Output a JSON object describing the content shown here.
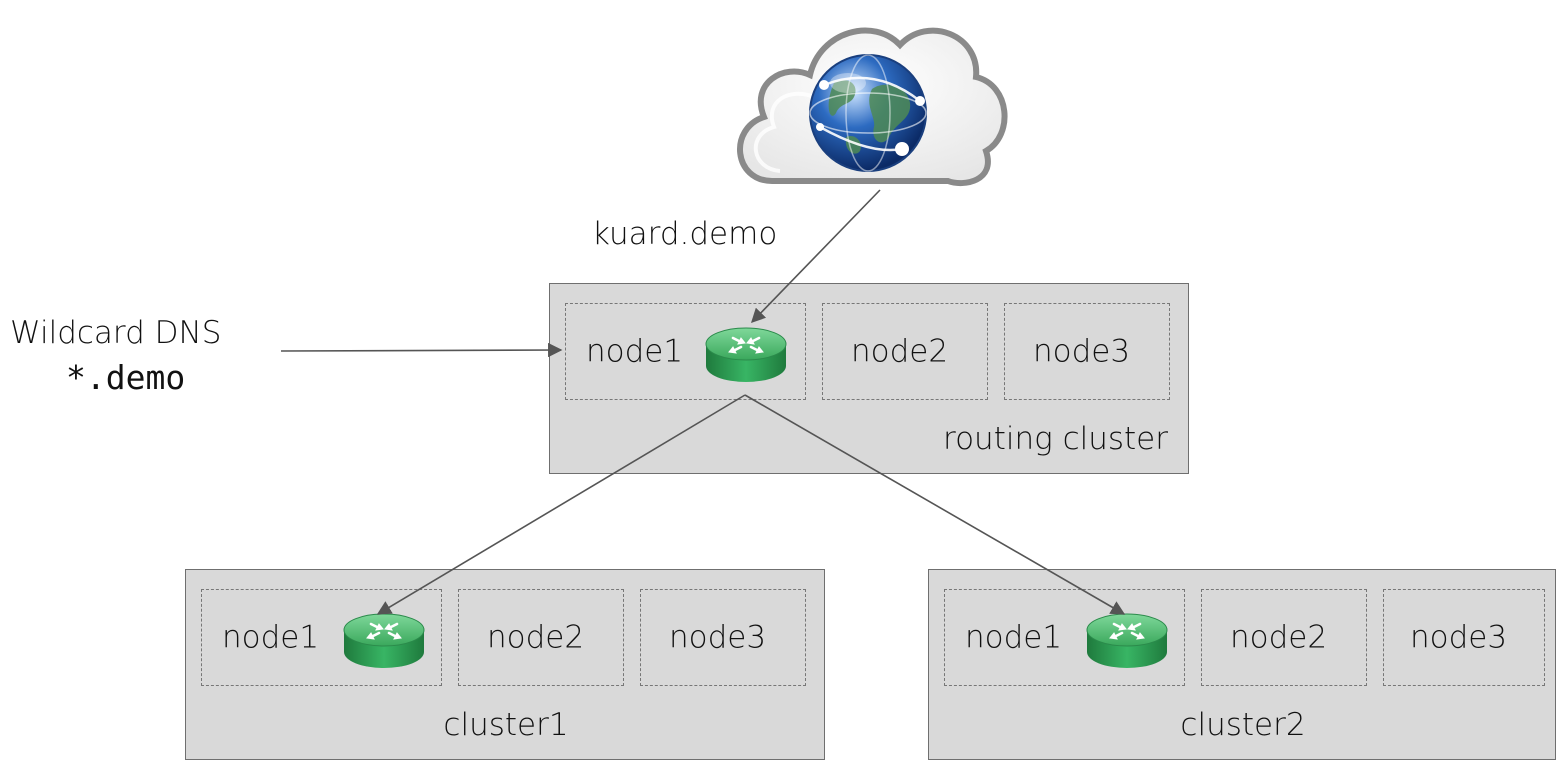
{
  "internet": {
    "domain_label": "kuard.demo"
  },
  "dns": {
    "title": "Wildcard DNS",
    "pattern": "*.demo"
  },
  "routing_cluster": {
    "name": "routing cluster",
    "nodes": [
      "node1",
      "node2",
      "node3"
    ]
  },
  "cluster1": {
    "name": "cluster1",
    "nodes": [
      "node1",
      "node2",
      "node3"
    ]
  },
  "cluster2": {
    "name": "cluster2",
    "nodes": [
      "node1",
      "node2",
      "node3"
    ]
  },
  "colors": {
    "cluster_fill": "#d9d9d9",
    "router_green": "#2fa85a",
    "arrow": "#555555"
  },
  "icons": {
    "cloud": "internet-cloud-icon",
    "router": "router-icon"
  }
}
